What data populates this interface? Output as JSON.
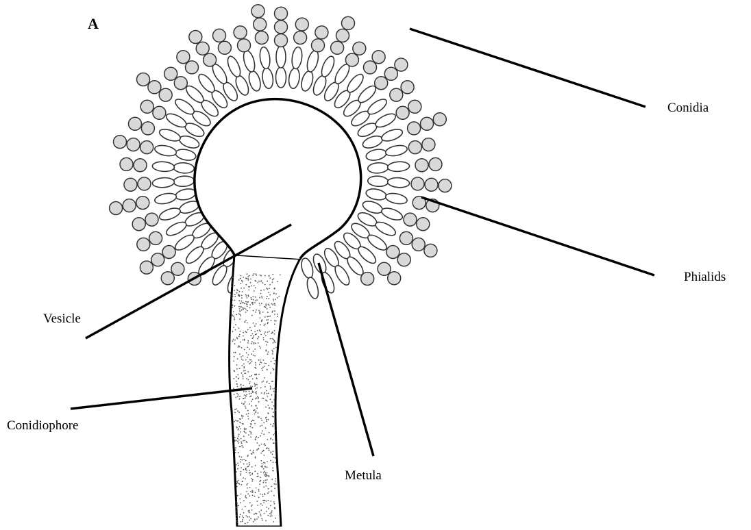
{
  "panel_letter": "A",
  "labels": {
    "conidia": "Conidia",
    "phialids": "Phialids",
    "vesicle": "Vesicle",
    "conidiophore": "Conidiophore",
    "metula": "Metula"
  },
  "colors": {
    "ink": "#000000",
    "cell_outline": "#333333",
    "conidium_fill": "#d9d9d9",
    "stipple": "#555555",
    "background": "#ffffff"
  }
}
